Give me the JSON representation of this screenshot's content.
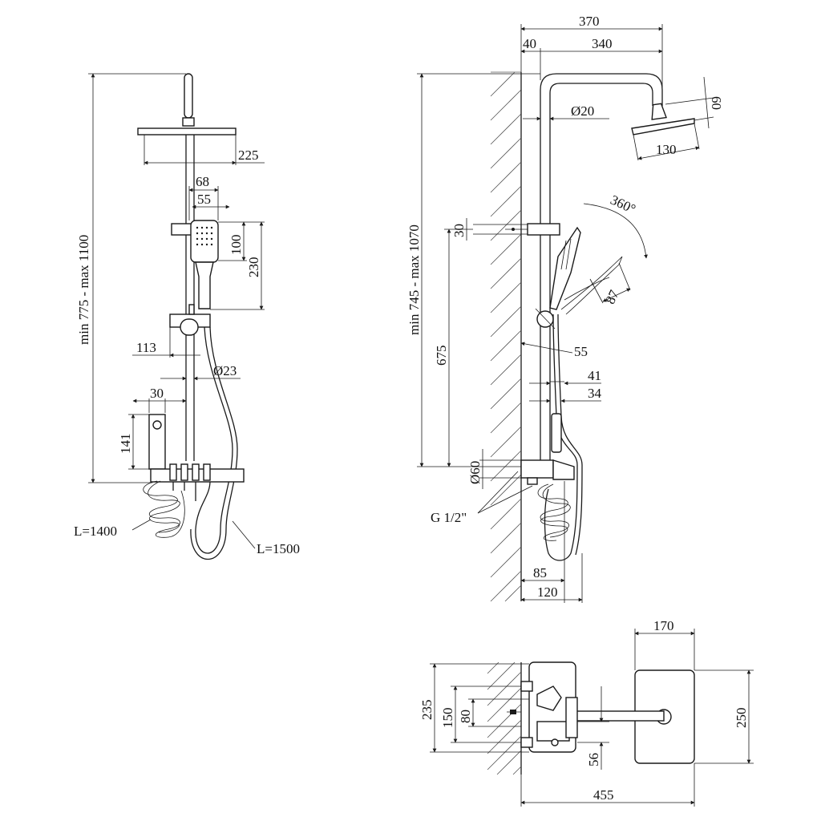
{
  "front": {
    "total_height": "min 775 - max 1100",
    "head_width": "225",
    "hand_width_68": "68",
    "hand_width_55": "55",
    "hand_len_100": "100",
    "hand_len_230": "230",
    "offset_113": "113",
    "pipe_dia": "Ø23",
    "spout_30": "30",
    "spout_141": "141",
    "hose_left": "L=1400",
    "hose_right": "L=1500"
  },
  "side": {
    "arm_370": "370",
    "arm_40": "40",
    "arm_340": "340",
    "pipe_dia": "Ø20",
    "head_60": "60",
    "head_130": "130",
    "rotation": "360°",
    "height_range": "min 745 - max 1070",
    "bracket_30": "30",
    "angle_87": "87",
    "dist_675": "675",
    "dist_55": "55",
    "d41": "41",
    "d34": "34",
    "conn_dia": "Ø60",
    "thread": "G 1/2\"",
    "d85": "85",
    "d120": "120"
  },
  "top": {
    "w170": "170",
    "h235": "235",
    "h150": "150",
    "h80": "80",
    "h250": "250",
    "d56": "56",
    "w455": "455"
  }
}
